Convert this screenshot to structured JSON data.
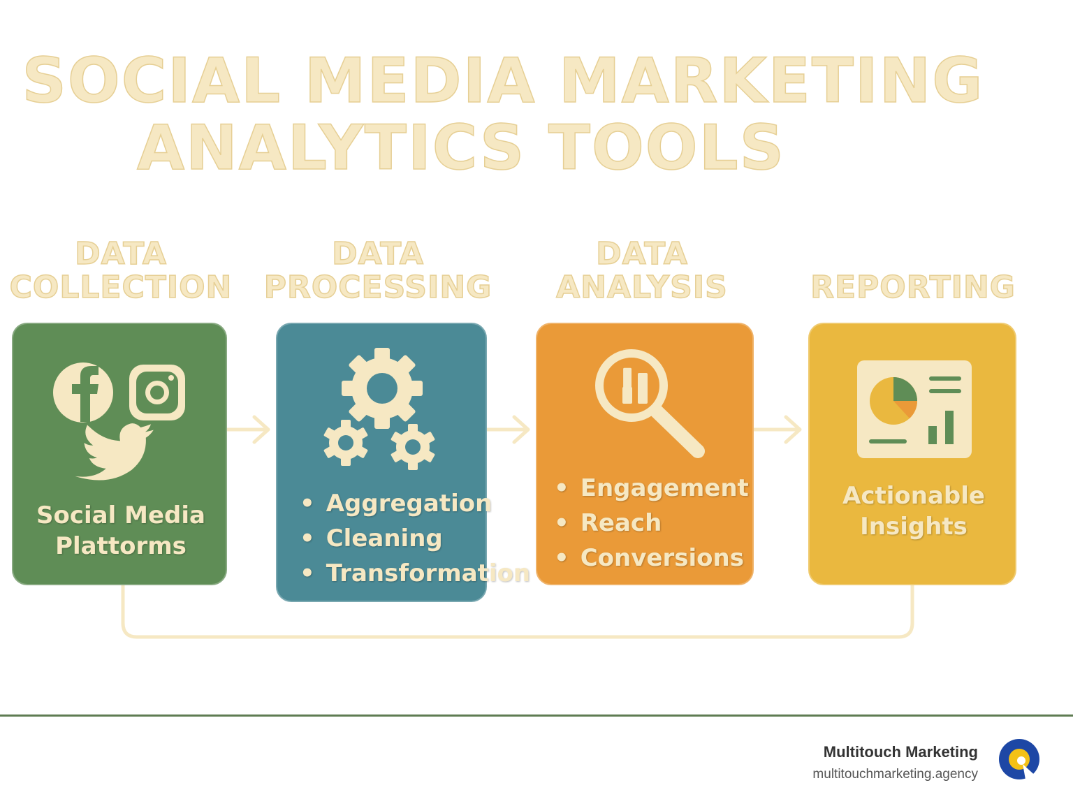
{
  "title": {
    "line1": "SOCIAL MEDIA MARKETING",
    "line2": "ANALYTICS TOOLS"
  },
  "stages": [
    {
      "label_line1": "DATA",
      "label_line2": "COLLECTION",
      "text_line1": "Social Media",
      "text_line2": "Plattorms",
      "icons": [
        "facebook-icon",
        "instagram-icon",
        "twitter-icon"
      ]
    },
    {
      "label_line1": "DATA",
      "label_line2": "PROCESSING",
      "bullets": [
        "Aggregation",
        "Cleaning",
        "Transformation"
      ],
      "icons": [
        "gears-icon"
      ]
    },
    {
      "label_line1": "DATA",
      "label_line2": "ANALYSIS",
      "bullets": [
        "Engagement",
        "Reach",
        "Conversions"
      ],
      "icons": [
        "magnifier-chart-icon"
      ]
    },
    {
      "label_line1": "",
      "label_line2": "REPORTING",
      "text_line1": "Actionable",
      "text_line2": "Insights",
      "icons": [
        "dashboard-icon"
      ]
    }
  ],
  "colors": {
    "collection": "#5f8d56",
    "processing": "#4b8a96",
    "analysis": "#ea9a38",
    "reporting": "#eab83f",
    "cream": "#f6e8c3",
    "footer_line": "#5e7c52",
    "logo_blue": "#1d47a5",
    "logo_yellow": "#f3c116"
  },
  "footer": {
    "brand": "Multitouch Marketing",
    "url": "multitouchmarketing.agency"
  }
}
